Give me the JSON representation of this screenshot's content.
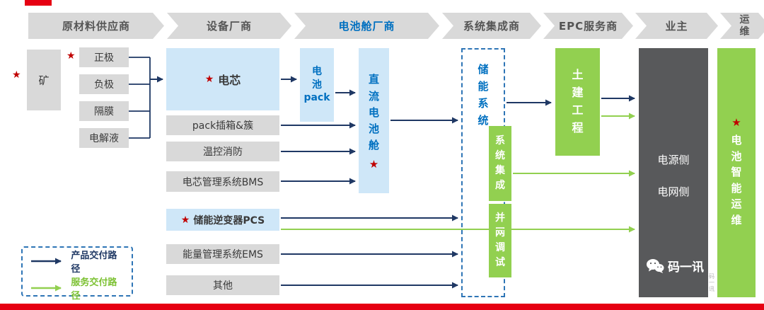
{
  "banner": {
    "stages": [
      {
        "label": "原材料供应商"
      },
      {
        "label": "设备厂商"
      },
      {
        "label": "电池舱厂商"
      },
      {
        "label": "系统集成商"
      },
      {
        "label": "EPC服务商"
      },
      {
        "label": "业主"
      },
      {
        "label": "运\n维"
      }
    ]
  },
  "materials": {
    "mine": "矿",
    "cathode": "正极",
    "anode": "负极",
    "separator": "隔膜",
    "electrolyte": "电解液"
  },
  "equipment": {
    "cell": "电芯",
    "pack_rack": "pack插箱&簇",
    "thermal_fire": "温控消防",
    "bms": "电芯管理系统BMS",
    "pcs": "储能逆变器PCS",
    "ems": "能量管理系统EMS",
    "other": "其他"
  },
  "cabin": {
    "battery_pack": "电\n池\npack",
    "dc_cabin": "直\n流\n电\n池\n舱"
  },
  "integrator": {
    "ess": "储\n能\n系\n统",
    "system_integration": "系\n统\n集\n成",
    "grid_commissioning": "并\n网\n调\n试"
  },
  "epc": {
    "civil_work": "土\n建\n工\n程"
  },
  "owner": {
    "power_side": "电源侧",
    "grid_side": "电网侧"
  },
  "operation": {
    "smart_om": "电\n池\n智\n能\n运\n维"
  },
  "legend": {
    "product_path": "产品交付路径",
    "service_path": "服务交付路径"
  },
  "brand": {
    "name": "码一讯",
    "watermark": "码\n一\n讯"
  },
  "icons": {
    "star": "★"
  },
  "colors": {
    "gray_box": "#d9d9d9",
    "light_blue_box": "#cfe7f8",
    "green_box": "#92d050",
    "dark_box": "#58595b",
    "navy_arrow": "#1f3864",
    "green_arrow": "#92d050",
    "blue_text": "#0070c0",
    "dashed_border": "#2e75b6",
    "star_red": "#c00000",
    "red_bar": "#e60012"
  }
}
